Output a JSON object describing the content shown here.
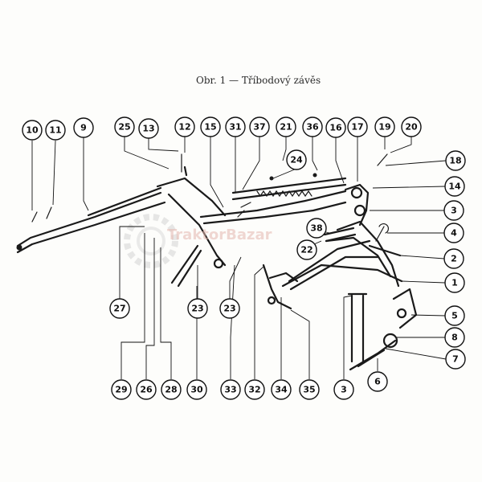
{
  "caption": "Obr. 1 — Tříbodový závěs",
  "callouts": [
    {
      "id": "c10",
      "label": "10"
    },
    {
      "id": "c11",
      "label": "11"
    },
    {
      "id": "c9",
      "label": "9"
    },
    {
      "id": "c25",
      "label": "25"
    },
    {
      "id": "c13",
      "label": "13"
    },
    {
      "id": "c12",
      "label": "12"
    },
    {
      "id": "c15",
      "label": "15"
    },
    {
      "id": "c31",
      "label": "31"
    },
    {
      "id": "c37",
      "label": "37"
    },
    {
      "id": "c21",
      "label": "21"
    },
    {
      "id": "c36",
      "label": "36"
    },
    {
      "id": "c16",
      "label": "16"
    },
    {
      "id": "c17",
      "label": "17"
    },
    {
      "id": "c19",
      "label": "19"
    },
    {
      "id": "c20",
      "label": "20"
    },
    {
      "id": "c24",
      "label": "24"
    },
    {
      "id": "c18",
      "label": "18"
    },
    {
      "id": "c14",
      "label": "14"
    },
    {
      "id": "c3a",
      "label": "3"
    },
    {
      "id": "c38",
      "label": "38"
    },
    {
      "id": "c4",
      "label": "4"
    },
    {
      "id": "c22",
      "label": "22"
    },
    {
      "id": "c2",
      "label": "2"
    },
    {
      "id": "c1",
      "label": "1"
    },
    {
      "id": "c27",
      "label": "27"
    },
    {
      "id": "c23a",
      "label": "23"
    },
    {
      "id": "c23b",
      "label": "23"
    },
    {
      "id": "c5",
      "label": "5"
    },
    {
      "id": "c8",
      "label": "8"
    },
    {
      "id": "c7",
      "label": "7"
    },
    {
      "id": "c29",
      "label": "29"
    },
    {
      "id": "c26",
      "label": "26"
    },
    {
      "id": "c28",
      "label": "28"
    },
    {
      "id": "c30",
      "label": "30"
    },
    {
      "id": "c33",
      "label": "33"
    },
    {
      "id": "c32",
      "label": "32"
    },
    {
      "id": "c34",
      "label": "34"
    },
    {
      "id": "c35",
      "label": "35"
    },
    {
      "id": "c3b",
      "label": "3"
    },
    {
      "id": "c6",
      "label": "6"
    }
  ]
}
